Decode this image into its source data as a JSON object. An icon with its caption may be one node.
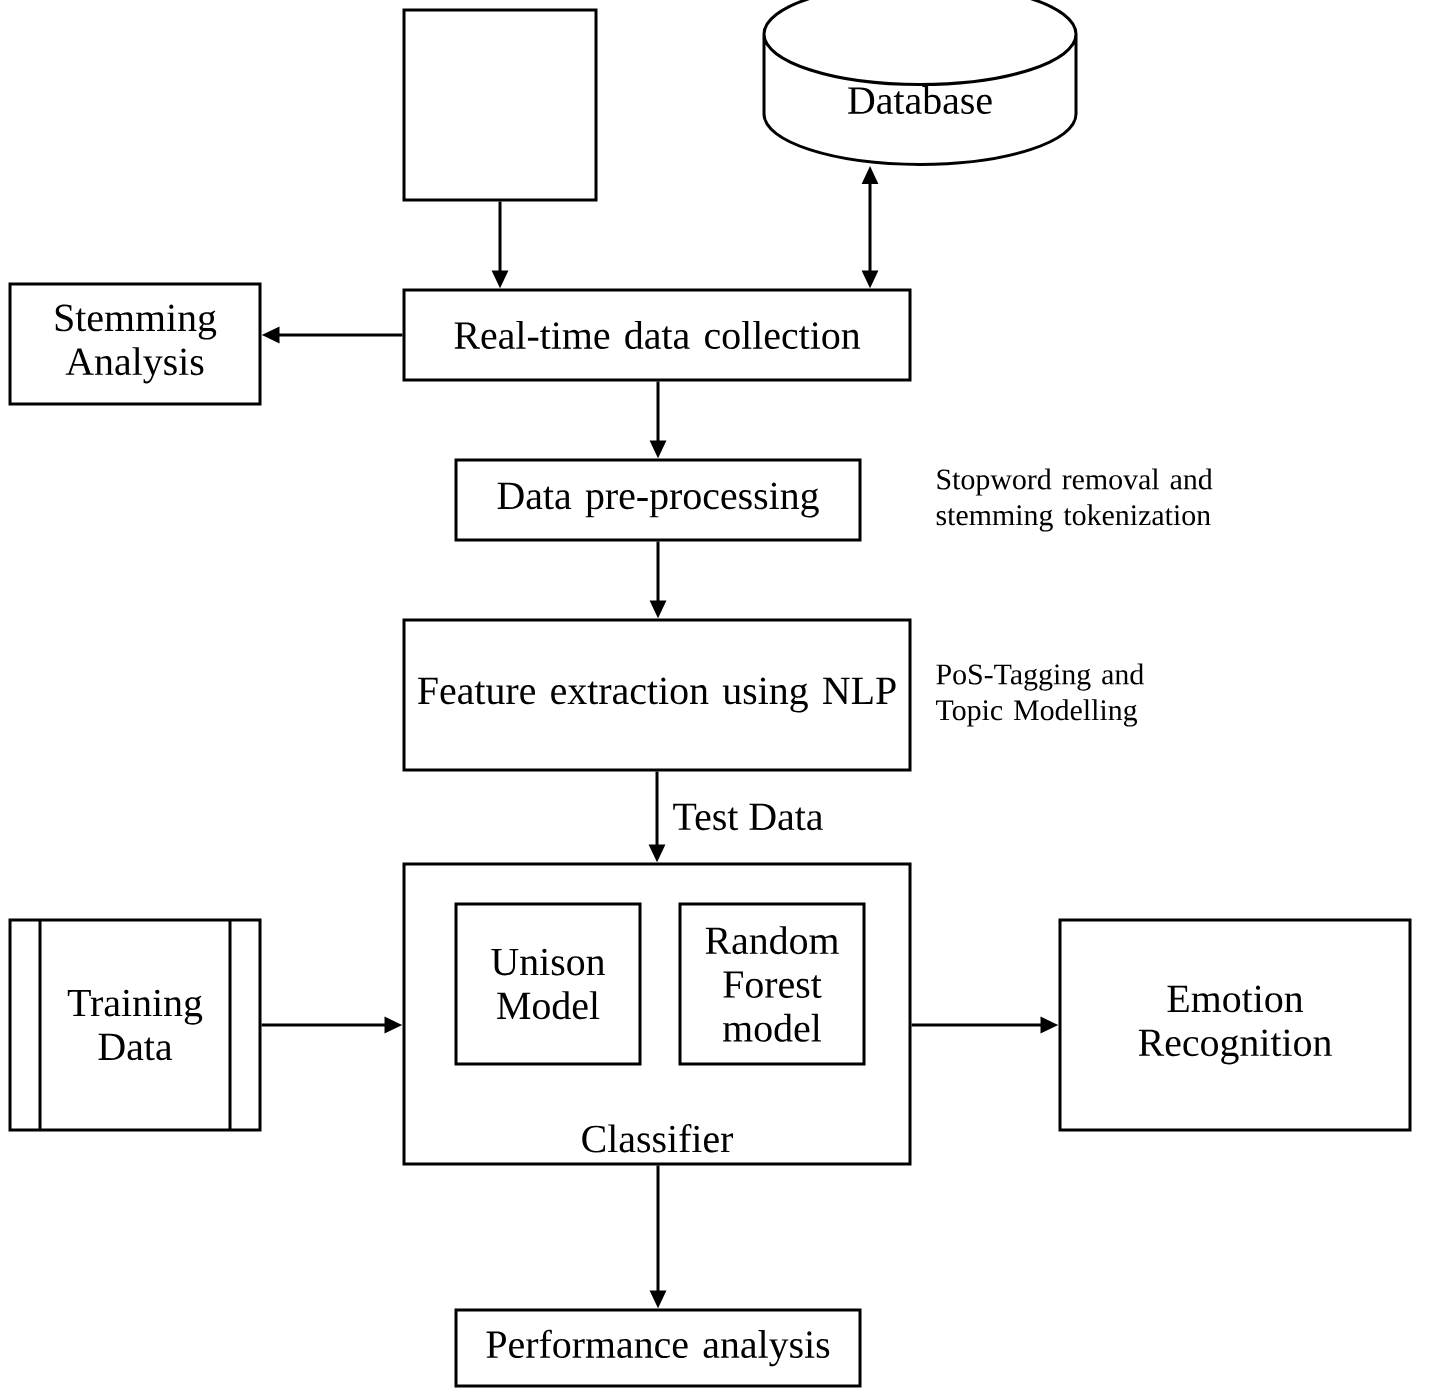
{
  "diagram": {
    "nodes": [
      {
        "text": [],
        "shape": "box"
      },
      {
        "text": [
          "Database"
        ]
      },
      {
        "text": [
          "Stemming Analysis"
        ]
      },
      {
        "text": [
          "Real-time data collection"
        ]
      },
      {
        "text": [
          "Data pre-processing"
        ],
        "beside": [
          "Stopword removal and stemming tokenization"
        ]
      },
      {
        "text": [
          "Feature extraction using NLP"
        ],
        "beside": [
          "PoS-Tagging and Topic Modelling"
        ]
      },
      {
        "text": [
          "Classifier"
        ]
      },
      {
        "text": [
          "Unison Model"
        ],
        "in": 6
      },
      {
        "text": [
          "Random Forest model"
        ],
        "in": 6
      },
      {
        "text": [
          "Training Data"
        ]
      },
      {
        "text": [
          "Emotion Recognition"
        ]
      },
      {
        "text": [
          "Performance analysis"
        ]
      }
    ],
    "edges": [
      {
        "from": 0,
        "to": 3,
        "arrow": "to"
      },
      {
        "from": 1,
        "to": 3,
        "arrow": "both"
      },
      {
        "from": 3,
        "to": 2,
        "arrow": "to"
      },
      {
        "from": 3,
        "to": 4,
        "arrow": "to"
      },
      {
        "from": 4,
        "to": 5,
        "arrow": "to"
      },
      {
        "from": 5,
        "to": 6,
        "arrow": "to",
        "label": "Test Data"
      },
      {
        "from": 9,
        "to": 6,
        "arrow": "to"
      },
      {
        "from": 6,
        "to": 10,
        "arrow": "to"
      },
      {
        "from": 6,
        "to": 11,
        "arrow": "to"
      }
    ]
  }
}
